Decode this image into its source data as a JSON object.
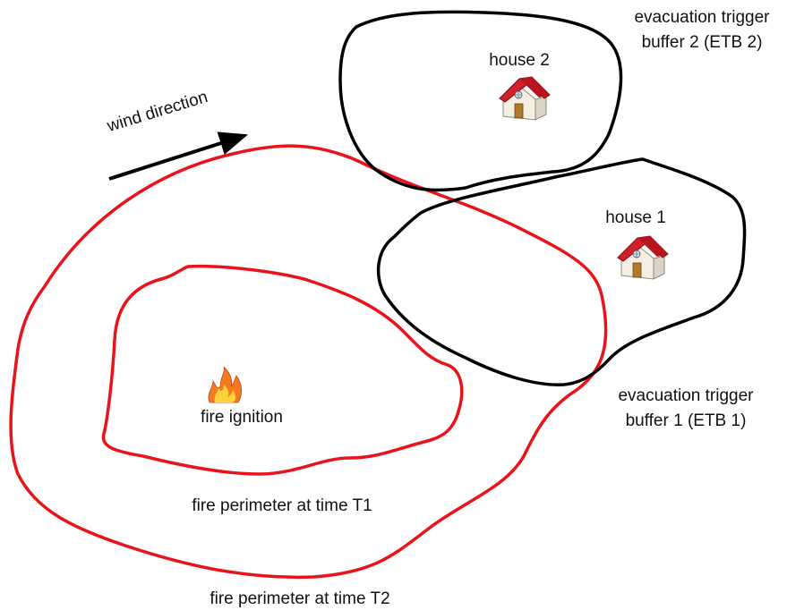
{
  "labels": {
    "wind_direction": "wind direction",
    "house2": "house 2",
    "house1": "house 1",
    "etb2_line1": "evacuation trigger",
    "etb2_line2": "buffer 2 (ETB 2)",
    "etb1_line1": "evacuation trigger",
    "etb1_line2": "buffer 1 (ETB 1)",
    "fire_ignition": "fire ignition",
    "perimeter_t1": "fire perimeter at time T1",
    "perimeter_t2": "fire perimeter at time T2"
  },
  "colors": {
    "fire_perimeter": "#e8141b",
    "trigger_buffer": "#000000",
    "roof": "#d2202a",
    "wall": "#f4efe2",
    "door": "#b07a2a",
    "flame_outer": "#f47a1f",
    "flame_inner": "#ffd23a"
  },
  "icons": {
    "house": "house-icon",
    "fire": "fire-icon",
    "arrow": "wind-arrow"
  }
}
